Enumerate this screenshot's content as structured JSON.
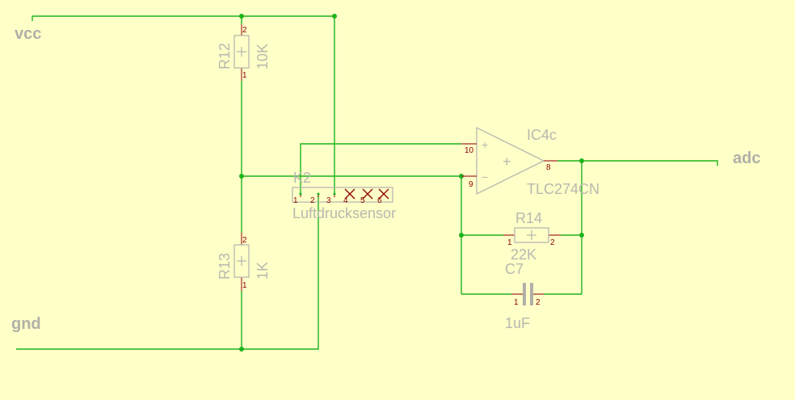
{
  "nets": {
    "vcc": "vcc",
    "gnd": "gnd",
    "adc": "adc"
  },
  "r12": {
    "name": "R12",
    "value": "10K",
    "pin1": "1",
    "pin2": "2"
  },
  "r13": {
    "name": "R13",
    "value": "1K",
    "pin1": "1",
    "pin2": "2"
  },
  "r14": {
    "name": "R14",
    "value": "22K",
    "pin1": "1",
    "pin2": "2"
  },
  "c7": {
    "name": "C7",
    "value": "1uF",
    "pin1": "1",
    "pin2": "2"
  },
  "k2": {
    "name": "K2",
    "value": "Luftdrucksensor",
    "pins": [
      "1",
      "2",
      "3",
      "4",
      "5",
      "6"
    ]
  },
  "ic": {
    "name": "IC4c",
    "value": "TLC274CN",
    "pin_in_plus": "10",
    "pin_in_minus": "9",
    "pin_out": "8",
    "plus_sign": "+",
    "minus_sign": "−"
  },
  "colors": {
    "background": "#ffffc8",
    "wire": "#1db31d",
    "pin": "#8b0000",
    "symbol": "#b8b8b0"
  }
}
